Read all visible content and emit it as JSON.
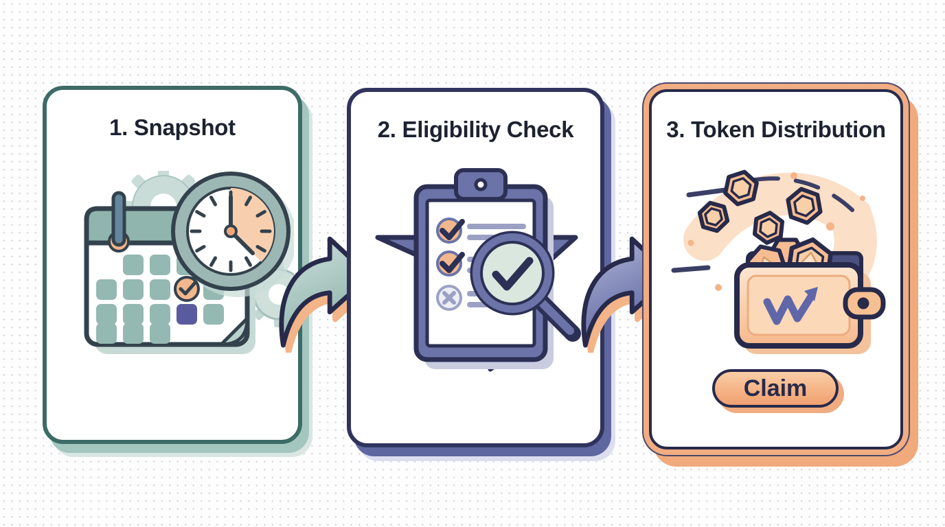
{
  "figure": {
    "type": "three-step-process-flow",
    "background": {
      "base_color": "#fdfdfe",
      "dot_color": "#d7dbe1"
    },
    "title_text_color": "#1d2231"
  },
  "steps": [
    {
      "title": "1. Snapshot",
      "illustration": "calendar-with-clock-and-gears",
      "icons": [
        "calendar-icon",
        "clock-icon",
        "gear-icon",
        "date-check-badge"
      ],
      "accent_color": "#3d6b66",
      "shadow_color": "#a3c6bf"
    },
    {
      "title": "2. Eligibility Check",
      "illustration": "clipboard-checklist-with-funnel-and-magnifier",
      "icons": [
        "clipboard-icon",
        "funnel-icon",
        "magnifier-check-icon",
        "check-icon",
        "cross-icon"
      ],
      "accent_color": "#30345c",
      "shadow_color": "#5f67a0"
    },
    {
      "title": "3. Token Distribution",
      "illustration": "coins-falling-into-wallet",
      "icons": [
        "coin-icon",
        "wallet-icon",
        "w-arrow-logo-icon"
      ],
      "accent_color": "#f1ad82",
      "outline_color": "#272a4a",
      "shadow_color": "#f0aa7c",
      "claim_button": {
        "label": "Claim",
        "fill": "#f4ad7e",
        "text_color": "#272a4a"
      }
    }
  ],
  "arrows": [
    {
      "name": "flow-arrow-1",
      "direction": "right",
      "color": "#9dbfb9",
      "shadow_color": "#f3b488"
    },
    {
      "name": "flow-arrow-2",
      "direction": "right",
      "color": "#6a72a8",
      "shadow_color": "#f3b488"
    }
  ]
}
